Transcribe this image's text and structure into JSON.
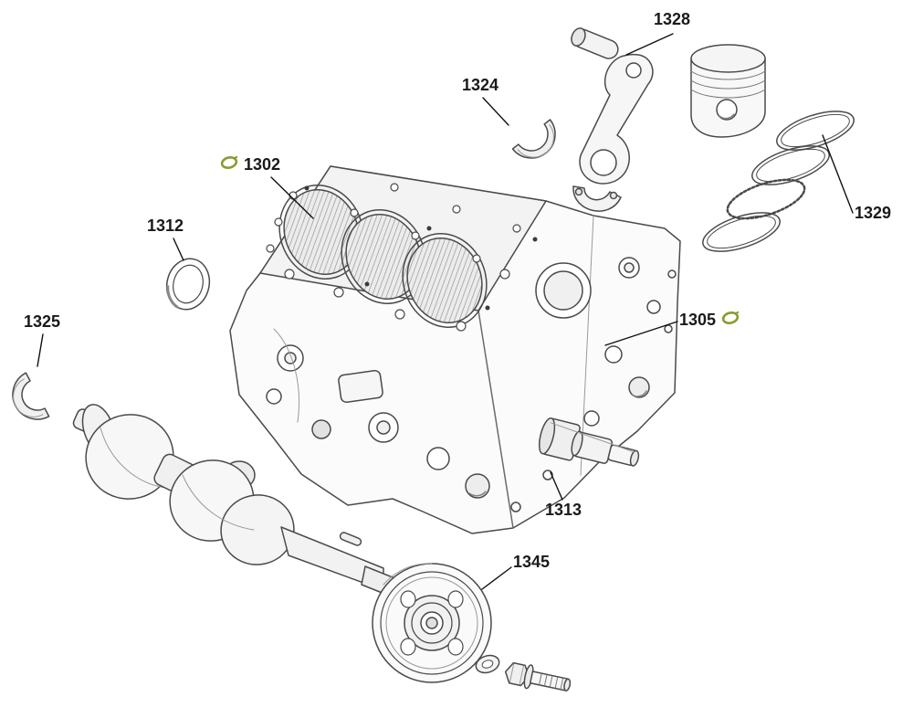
{
  "diagram": {
    "type": "exploded-parts-diagram",
    "subject": "Engine block, crankshaft, piston and bearing exploded view",
    "background_color": "#ffffff",
    "line_color": "#4a4a4a",
    "label_text_color": "#1a1a1a",
    "gasket_icon": {
      "name": "gasket-icon",
      "color": "#8a9b2f"
    },
    "labels": [
      {
        "part_number": "1328"
      },
      {
        "part_number": "1324"
      },
      {
        "part_number": "1302",
        "gasket_icon": "left"
      },
      {
        "part_number": "1312"
      },
      {
        "part_number": "1325"
      },
      {
        "part_number": "1329"
      },
      {
        "part_number": "1305",
        "gasket_icon": "right"
      },
      {
        "part_number": "1313"
      },
      {
        "part_number": "1345"
      }
    ]
  }
}
